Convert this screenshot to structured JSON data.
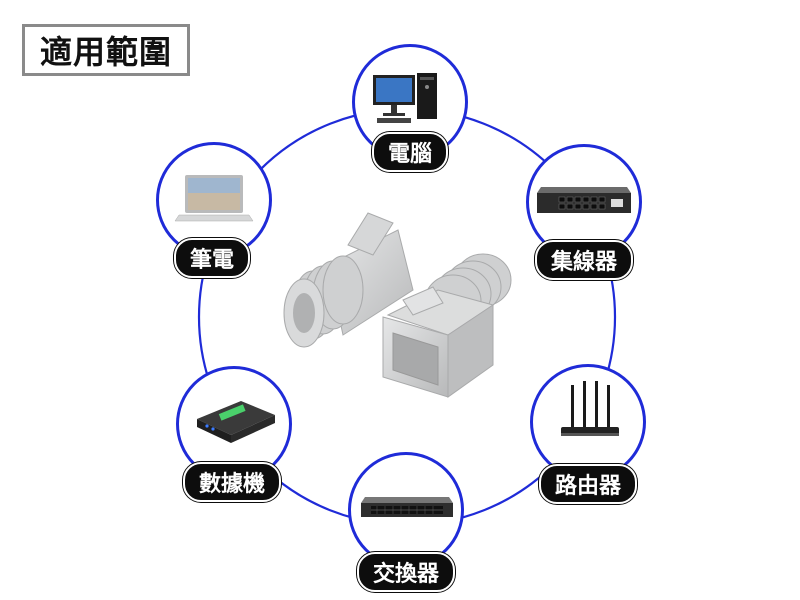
{
  "title": "適用範圍",
  "colors": {
    "ring": "#1f2bd8",
    "label_bg": "#0d0d0d",
    "label_text": "#ffffff",
    "boot": "#c9cacb"
  },
  "center_product": {
    "icon": "rj45-boot-icon"
  },
  "devices": [
    {
      "id": "computer",
      "label": "電腦",
      "icon": "desktop-computer-icon"
    },
    {
      "id": "hub",
      "label": "集線器",
      "icon": "network-hub-icon"
    },
    {
      "id": "router",
      "label": "路由器",
      "icon": "wifi-router-icon"
    },
    {
      "id": "switch",
      "label": "交換器",
      "icon": "rack-switch-icon"
    },
    {
      "id": "modem",
      "label": "數據機",
      "icon": "modem-icon"
    },
    {
      "id": "laptop",
      "label": "筆電",
      "icon": "laptop-icon"
    }
  ]
}
